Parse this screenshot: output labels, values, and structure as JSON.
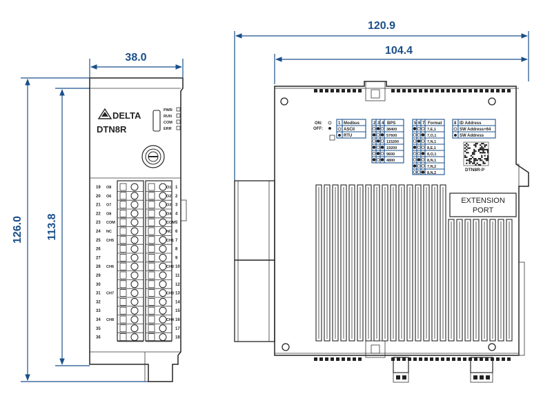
{
  "dimensions": {
    "overall_width": "120.9",
    "body_width": "104.4",
    "front_width": "38.0",
    "overall_height": "126.0",
    "body_height": "113.8"
  },
  "front": {
    "brand": "DELTA",
    "model": "DTN8R",
    "leds": [
      "PWR",
      "RUN",
      "COM",
      "ERR"
    ],
    "left_terminals": [
      "19",
      "20",
      "21",
      "22",
      "23",
      "24",
      "25",
      "26",
      "27",
      "28",
      "29",
      "30",
      "31",
      "32",
      "33",
      "34",
      "35",
      "36"
    ],
    "left_labels": [
      "O8",
      "O6",
      "O7",
      "O8",
      "COM",
      "NC",
      "CH5",
      "",
      "",
      "CH6",
      "",
      "",
      "CH7",
      "",
      "",
      "CH8",
      "",
      ""
    ],
    "right_terminals": [
      "1",
      "2",
      "3",
      "4",
      "5",
      "6",
      "7",
      "8",
      "9",
      "10",
      "11",
      "12",
      "13",
      "14",
      "15",
      "16",
      "17",
      "18"
    ],
    "right_labels": [
      "O1",
      "O2",
      "O3",
      "O4",
      "COM",
      "NC",
      "CH1",
      "",
      "",
      "CH2",
      "",
      "",
      "CH3",
      "",
      "",
      "CH4",
      "",
      ""
    ]
  },
  "side": {
    "on_label": "ON:",
    "off_label": "OFF:",
    "protocol_table": [
      [
        "1",
        "Modbus"
      ],
      [
        "",
        "ASCII"
      ],
      [
        "",
        "RTU"
      ]
    ],
    "bps_header": [
      "2",
      "3",
      "4",
      "BPS"
    ],
    "bps_values": [
      "38400",
      "57600",
      "115200",
      "19200",
      "9600",
      "4800"
    ],
    "format_header": [
      "5",
      "6",
      "7",
      "Format"
    ],
    "format_values": [
      "7,E,1",
      "7,O,1",
      "7,N,1",
      "8,E,1",
      "8,O,1",
      "8,N,1",
      "7,N,2",
      "8,N,2"
    ],
    "address_table": [
      [
        "8",
        "ID Address"
      ],
      [
        "",
        "SW Address+64"
      ],
      [
        "",
        "SW Address"
      ]
    ],
    "qr_caption": "DTN8R-P",
    "port_label_1": "EXTENSION",
    "port_label_2": "PORT"
  }
}
